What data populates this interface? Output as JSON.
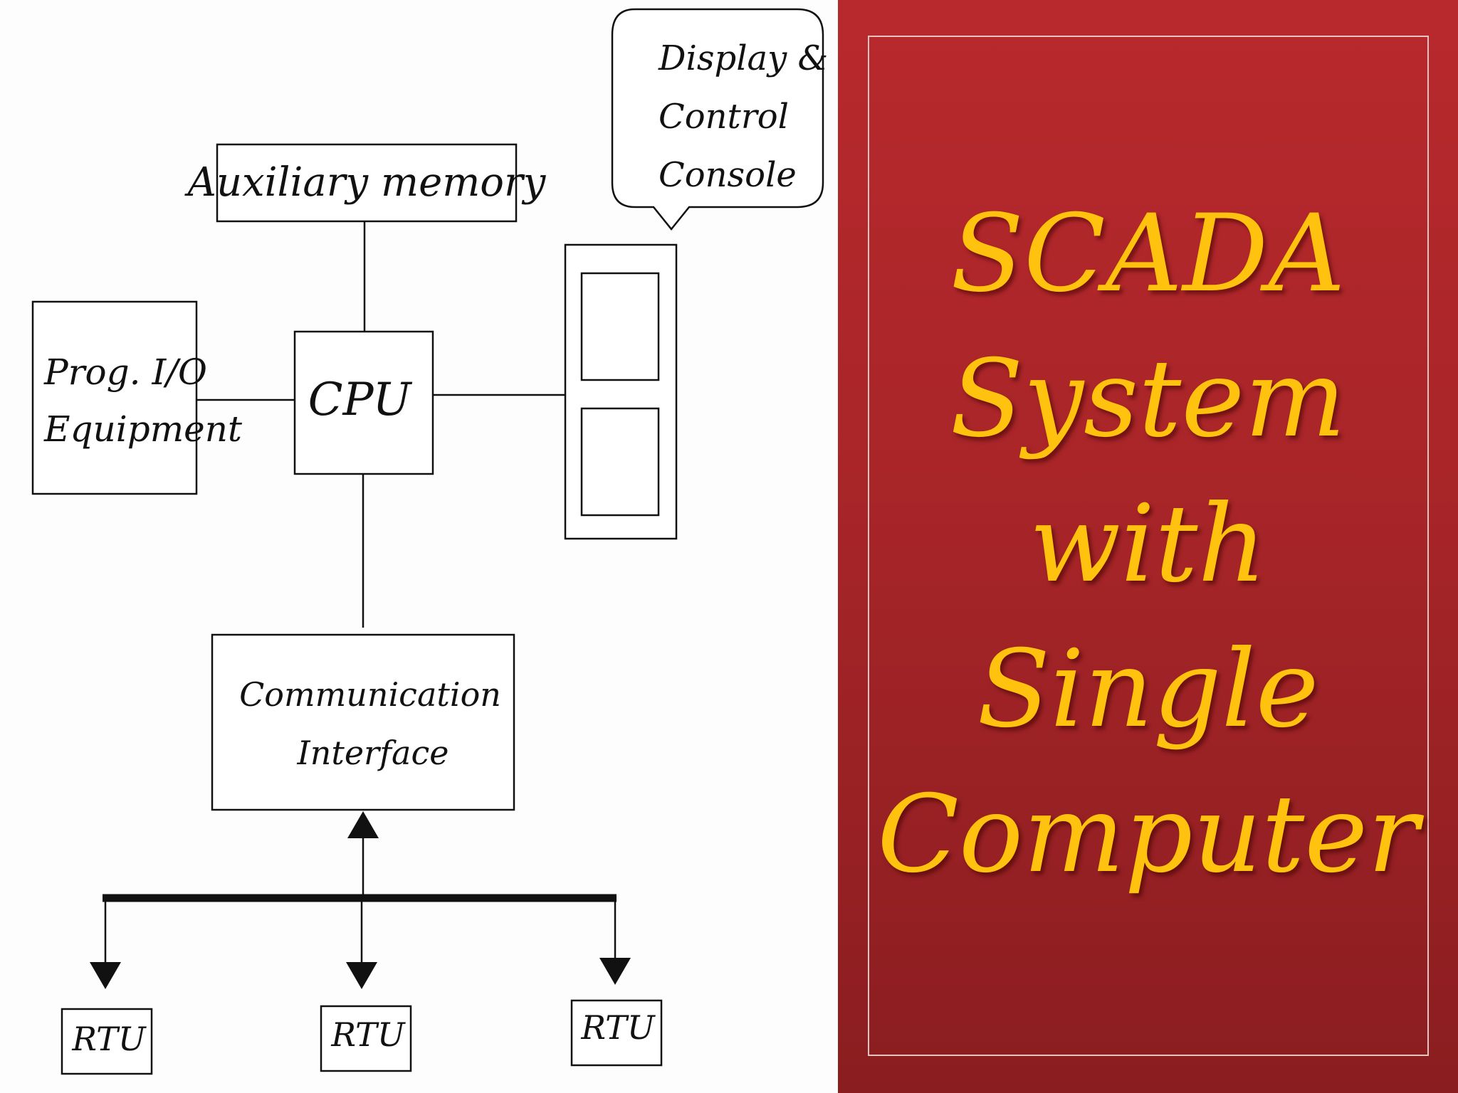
{
  "diagram": {
    "aux_memory": "Auxiliary memory",
    "display_console": [
      "Display &",
      "Control",
      "Console"
    ],
    "prog_io": [
      "Prog. I/O",
      "Equipment"
    ],
    "cpu": "CPU",
    "comm_interface": [
      "Communication",
      "Interface"
    ],
    "rtu_labels": [
      "RTU",
      "RTU",
      "RTU"
    ]
  },
  "title": {
    "lines": [
      "SCADA",
      "System",
      "with",
      "Single",
      "Computer"
    ]
  },
  "colors": {
    "title_text": "#ffc20e",
    "panel_red": "#a82528",
    "frame_line": "#e6c3c3"
  }
}
